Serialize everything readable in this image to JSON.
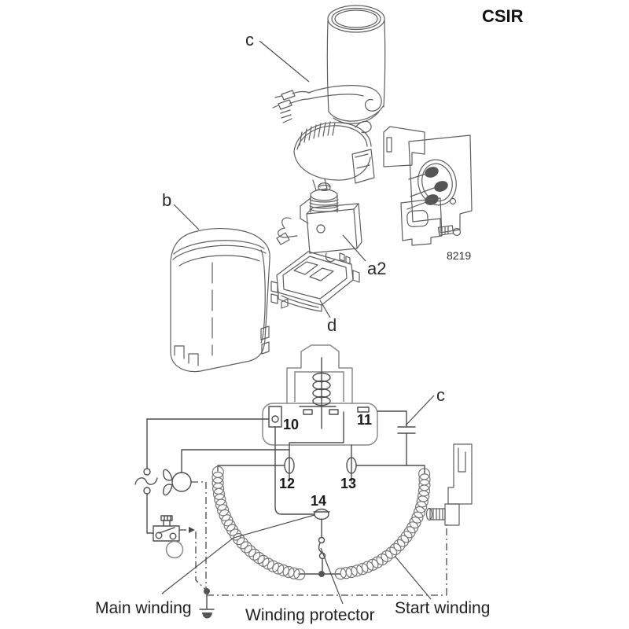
{
  "title": "CSIR",
  "exploded_view": {
    "capacitor_label": "c",
    "cover_label": "b",
    "relay_label": "a2",
    "base_label": "d",
    "part_number": "8219"
  },
  "schematic": {
    "terminal_10": "10",
    "terminal_11": "11",
    "terminal_12": "12",
    "terminal_13": "13",
    "terminal_14": "14",
    "capacitor_label": "c",
    "main_winding_label": "Main winding",
    "winding_protector_label": "Winding protector",
    "start_winding_label": "Start winding"
  },
  "colors": {
    "background": "#ffffff",
    "line_dark": "#4d4d4d",
    "line_gray": "#8a8a8a",
    "text": "#1a1a1a"
  }
}
